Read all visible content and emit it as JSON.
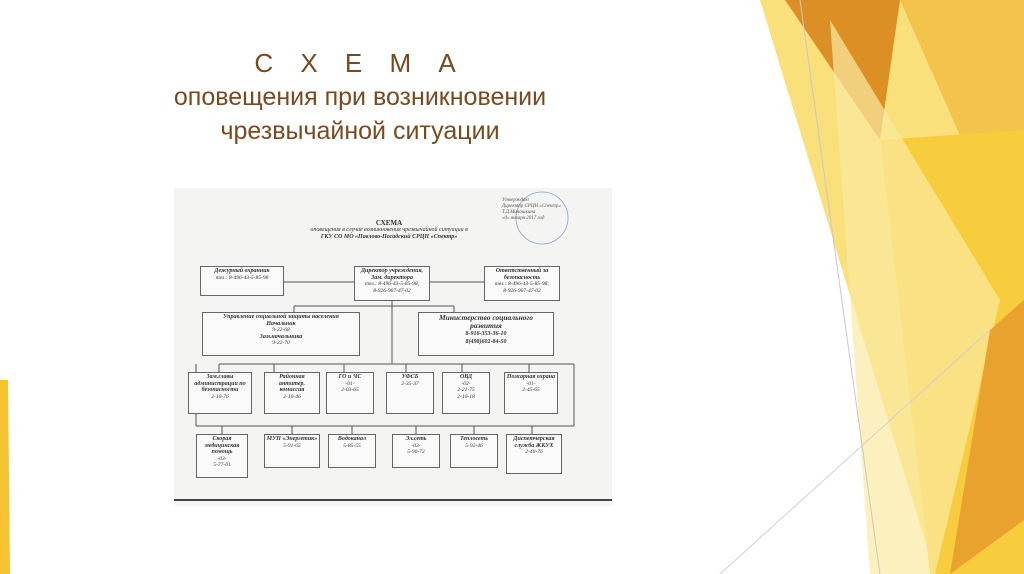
{
  "slide": {
    "title_line1": "С Х Е М А",
    "title_line2": "оповещения при  возникновении",
    "title_line3": "чрезвычайной ситуации"
  },
  "colors": {
    "title": "#7a4a1e",
    "accent_dark": "#d98b1c",
    "accent_mid": "#f2b632",
    "accent_light": "#f9dd73"
  },
  "document": {
    "stamp": [
      "Утверждаю",
      "Директор СРЦН «Спектр»",
      "Т.Д.Минашкина",
      "«0» января 2017 год"
    ],
    "heading": "СХЕМА",
    "subheading_1": "оповещения в случае возникновения чрезвычайной ситуации в",
    "subheading_2": "ГКУ СО МО «Павлово-Посадский  СРЦН «Спектр»",
    "row1": [
      {
        "name": "Дежурный охранник",
        "detail": "тел.: 8-496-43-5-85-98"
      },
      {
        "name": "Директор учреждения,",
        "name2": "Зам. директора",
        "detail": "тел.: 8-496-43-5-85-98,",
        "detail2": "8-926-907-47-02"
      },
      {
        "name": "Ответственный за",
        "name2": "безопасность",
        "detail": "тел.: 8-496-43-5-85-98;",
        "detail2": "8-926-907-47-02"
      }
    ],
    "row2": [
      {
        "name": "Управление социальной защиты населения",
        "name2": "Начальник",
        "detail": "9-22-68",
        "name3": "Зам.начальника",
        "detail2": "9-22-70"
      },
      {
        "name": "Министерство социального",
        "name2": "развития",
        "detail": "8-916-353-36-10",
        "detail2": "8(498)602-84-50"
      }
    ],
    "row3": [
      {
        "name": "Зам.главы администрации по безопасности",
        "detail": "2-10-76"
      },
      {
        "name": "Районная антитер. комиссия",
        "detail": "2-10-46"
      },
      {
        "name": "ГО и ЧС",
        "detail": "-01-",
        "detail2": "2-03-65"
      },
      {
        "name": "УФСБ",
        "detail": "2-35-37"
      },
      {
        "name": "ОВД",
        "detail": "-02-",
        "detail2": "2-21-75",
        "detail3": "2-10-18"
      },
      {
        "name": "Пожарная охрана",
        "detail": "-01-",
        "detail2": "2-45-65"
      }
    ],
    "row4": [
      {
        "name": "Скорая медицинская помощь",
        "detail": "-03-",
        "detail2": "5-77-01"
      },
      {
        "name": "МУП «Энергетик»",
        "detail": "5-91-65"
      },
      {
        "name": "Водоканал",
        "detail": "5-85-55"
      },
      {
        "name": "Эл.сеть",
        "detail": "-03-",
        "detail2": "5-90-72"
      },
      {
        "name": "Теплосеть",
        "detail": "5-92-46"
      },
      {
        "name": "Диспетчерская служба ЖКУХ",
        "detail": "2-40-76"
      }
    ]
  }
}
